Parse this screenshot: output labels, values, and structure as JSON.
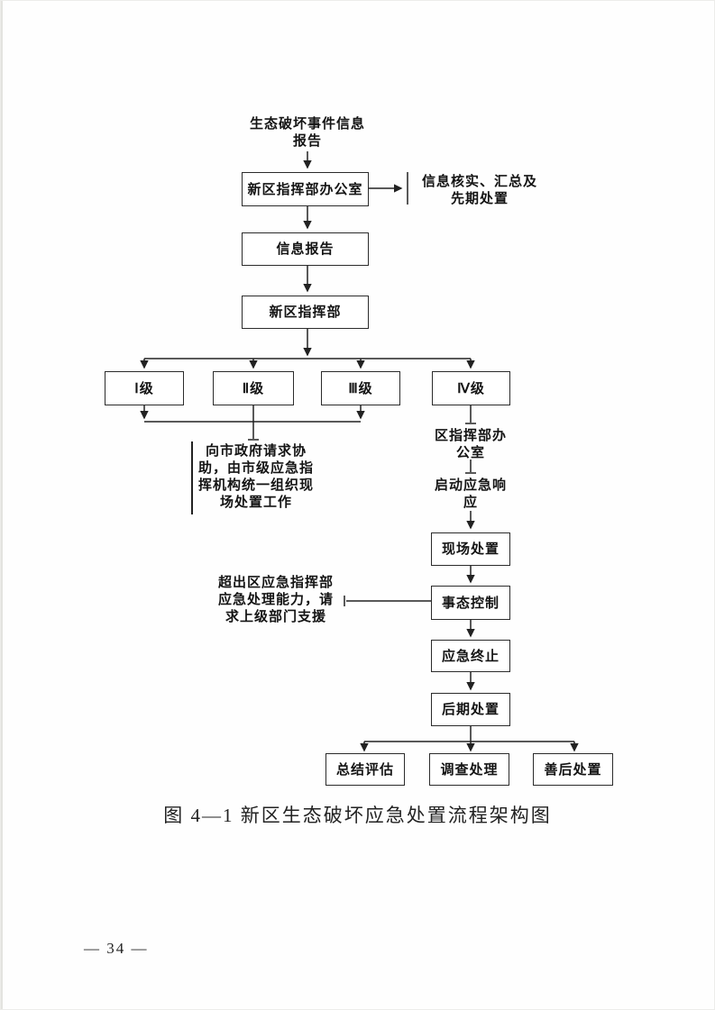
{
  "flowchart": {
    "incident_info": "生态破坏事件信息\n报告",
    "hq_office": "新区指挥部办公室",
    "verify_note": "信息核实、汇总及\n先期处置",
    "info_report": "信息报告",
    "hq": "新区指挥部",
    "levels": [
      "Ⅰ级",
      "Ⅱ级",
      "Ⅲ级",
      "Ⅳ级"
    ],
    "city_assist_note": "向市政府请求协\n助，由市级应急指\n挥机构统一组织现\n场处置工作",
    "district_office": "区指挥部办\n公室",
    "start_response": "启动应急响\n应",
    "onsite_disposal": "现场处置",
    "situation_control": "事态控制",
    "exceed_note": "超出区应急指挥部\n应急处理能力，请\n求上级部门支援",
    "emergency_end": "应急终止",
    "post_disposal": "后期处置",
    "summary_eval": "总结评估",
    "investigation": "调查处理",
    "aftermath": "善后处置"
  },
  "caption": "图 4—1 新区生态破坏应急处置流程架构图",
  "page_number": "— 34 —"
}
